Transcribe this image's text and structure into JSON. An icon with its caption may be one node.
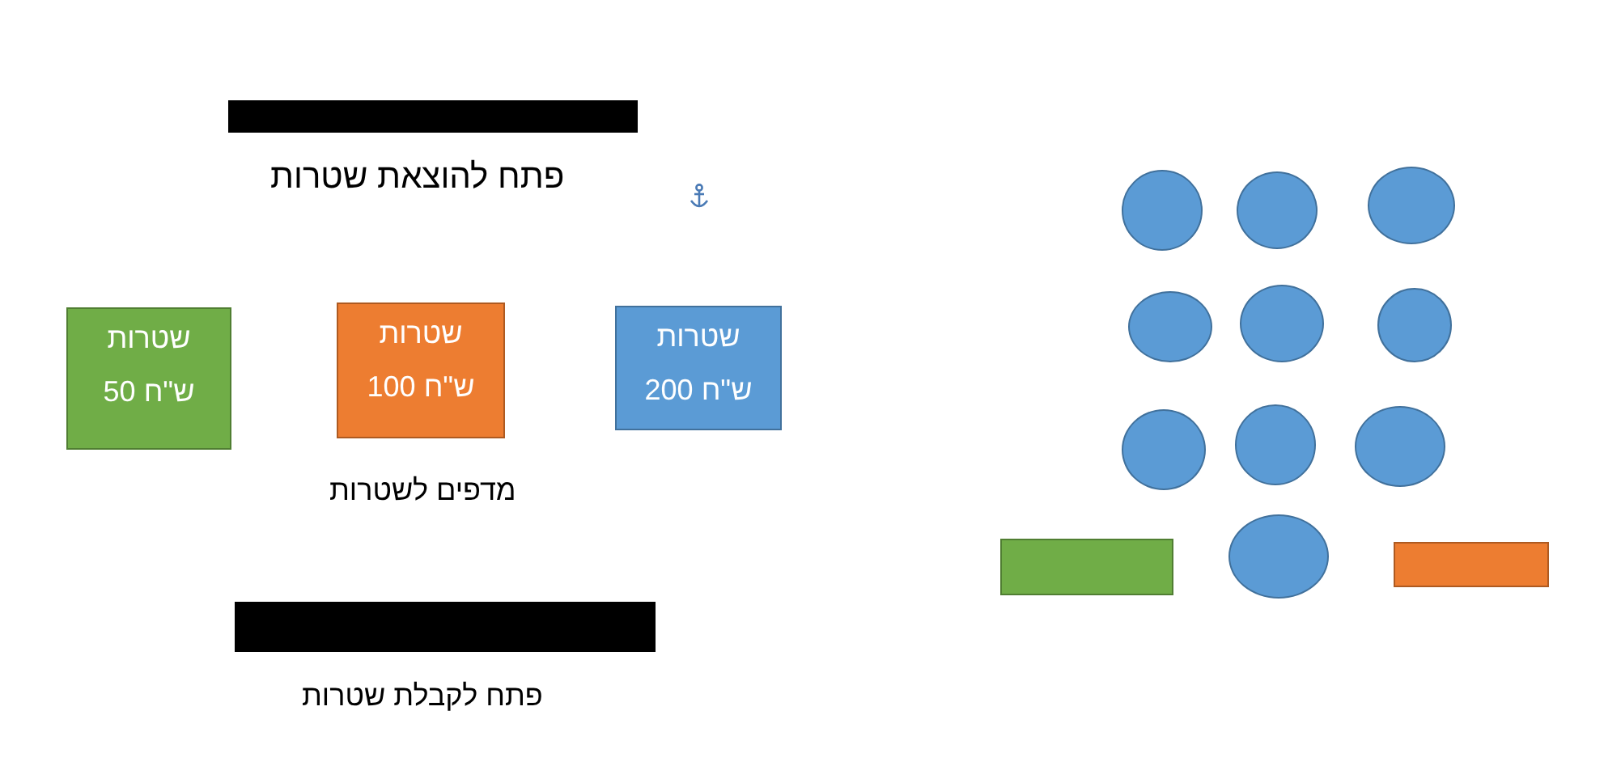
{
  "diagram": {
    "nodes": [
      {
        "text": [],
        "shape": "bar",
        "beside": [
          "פתח להוצאת שטרות"
        ]
      },
      {
        "text": [
          "שטרות",
          "ש\"ח 50"
        ]
      },
      {
        "text": [
          "שטרות",
          "ש\"ח 100"
        ]
      },
      {
        "text": [
          "שטרות",
          "ש\"ח 200"
        ]
      },
      {
        "text": [],
        "shape": "bar",
        "beside": [
          "פתח לקבלת שטרות"
        ]
      },
      {
        "text": [],
        "shape": "circle"
      },
      {
        "text": [],
        "shape": "circle"
      },
      {
        "text": [],
        "shape": "circle"
      },
      {
        "text": [],
        "shape": "circle"
      },
      {
        "text": [],
        "shape": "circle"
      },
      {
        "text": [],
        "shape": "circle"
      },
      {
        "text": [],
        "shape": "circle"
      },
      {
        "text": [],
        "shape": "circle"
      },
      {
        "text": [],
        "shape": "circle"
      },
      {
        "text": [],
        "shape": "box"
      },
      {
        "text": [],
        "shape": "circle"
      },
      {
        "text": [],
        "shape": "box"
      }
    ],
    "labels": [
      "מדפים לשטרות"
    ]
  }
}
